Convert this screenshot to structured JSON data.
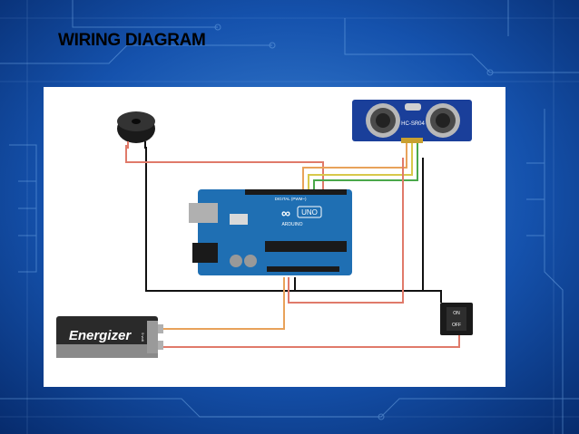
{
  "slide": {
    "title": "WIRING DIAGRAM"
  },
  "components": {
    "arduino": {
      "brand": "ARDUINO",
      "model": "UNO",
      "header_label": "DIGITAL (PWM~)"
    },
    "ultrasonic_sensor": {
      "label": "HC-SR04"
    },
    "battery": {
      "brand": "Energizer",
      "voltage": "9 volt"
    },
    "switch": {
      "on_label": "ON",
      "off_label": "OFF"
    },
    "buzzer": {}
  },
  "colors": {
    "background": "#0b3d8c",
    "wire_black": "#111111",
    "wire_red": "#e07a6a",
    "wire_orange": "#e8a25a",
    "wire_yellow": "#d8c84a",
    "wire_green": "#4aa84a",
    "board": "#1f6fb3",
    "sensor": "#1a3f9a"
  }
}
